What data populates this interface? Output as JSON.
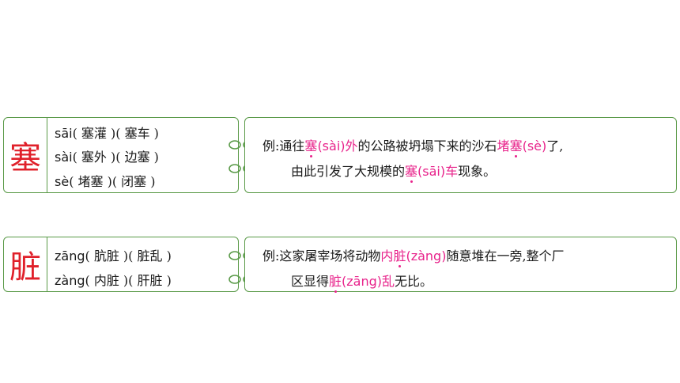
{
  "colors": {
    "border": "#5a9a48",
    "char": "#e0202a",
    "highlight": "#e8238b",
    "text": "#1a1a1a"
  },
  "cards": [
    {
      "char": "塞",
      "readings": [
        {
          "pinyin": "sāi",
          "words": "( 塞灌 )( 塞车 )"
        },
        {
          "pinyin": "sài",
          "words": "( 塞外 )( 边塞 )"
        },
        {
          "pinyin": "sè",
          "words": "( 堵塞 )( 闭塞 )"
        }
      ],
      "example": {
        "prefix": "例:",
        "line1": {
          "t1": "通往",
          "h1_char": "塞",
          "h1_py": "(sài)",
          "h1_post": "外",
          "t2": "的公路被坍塌下来的沙石",
          "h2_pre": "堵",
          "h2_char": "塞",
          "h2_py": "(sè)",
          "t3": "了,"
        },
        "line2": {
          "t1": "由此引发了大规模的",
          "h1_char": "塞",
          "h1_py": "(sāi)",
          "h1_post": "车",
          "t2": "现象。"
        }
      }
    },
    {
      "char": "脏",
      "readings": [
        {
          "pinyin": "zāng",
          "words": "( 肮脏 )( 脏乱 )"
        },
        {
          "pinyin": "zàng",
          "words": "( 内脏 )( 肝脏 )"
        }
      ],
      "example": {
        "prefix": "例:",
        "line1": {
          "t1": "这家屠宰场将动物",
          "h1_pre": "内",
          "h1_char": "脏",
          "h1_py": "(zàng)",
          "t2": "随意堆在一旁,整个厂"
        },
        "line2": {
          "t1": "区显得",
          "h1_char": "脏",
          "h1_py": "(zāng)",
          "h1_post": "乱",
          "t2": "无比。"
        }
      }
    }
  ]
}
